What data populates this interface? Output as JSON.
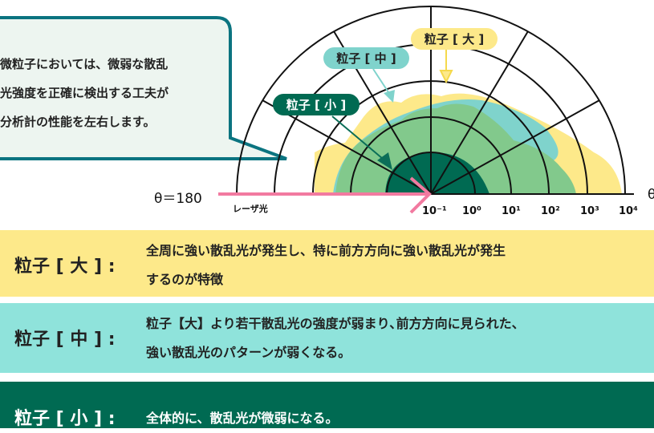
{
  "callout": {
    "lines": [
      "微粒子においては、微弱な散乱",
      "光強度を正確に検出する工夫が",
      "分析計の性能を左右します。"
    ]
  },
  "plot": {
    "theta_label": "θ＝180",
    "theta_right": "θ",
    "laser_label": "レーザ光",
    "ticks": [
      "10⁻¹",
      "10⁰",
      "10¹",
      "10²",
      "10³",
      "10⁴"
    ],
    "tags": {
      "large": "粒子 [ 大 ]",
      "medium": "粒子 [ 中 ]",
      "small": "粒子 [ 小 ]"
    }
  },
  "colors": {
    "large": "#fde98a",
    "medium": "#7fd3cc",
    "overlap": "#82c98c",
    "small": "#006a52",
    "callout_border": "#0b7480",
    "laser": "#f27aa0"
  },
  "panels": [
    {
      "name": "粒子 [ 大 ] :",
      "lines": [
        "全周に強い散乱光が発生し、特に前方方向に強い散乱光が発生",
        "するのが特徴"
      ]
    },
    {
      "name": "粒子 [ 中 ] :",
      "lines": [
        "粒子【大】より若干散乱光の強度が弱まり､前方方向に見られた、",
        "強い散乱光のパターンが弱くなる。"
      ]
    },
    {
      "name": "粒子 [ 小 ] :",
      "lines": [
        "全体的に、散乱光が微弱になる。"
      ]
    }
  ]
}
